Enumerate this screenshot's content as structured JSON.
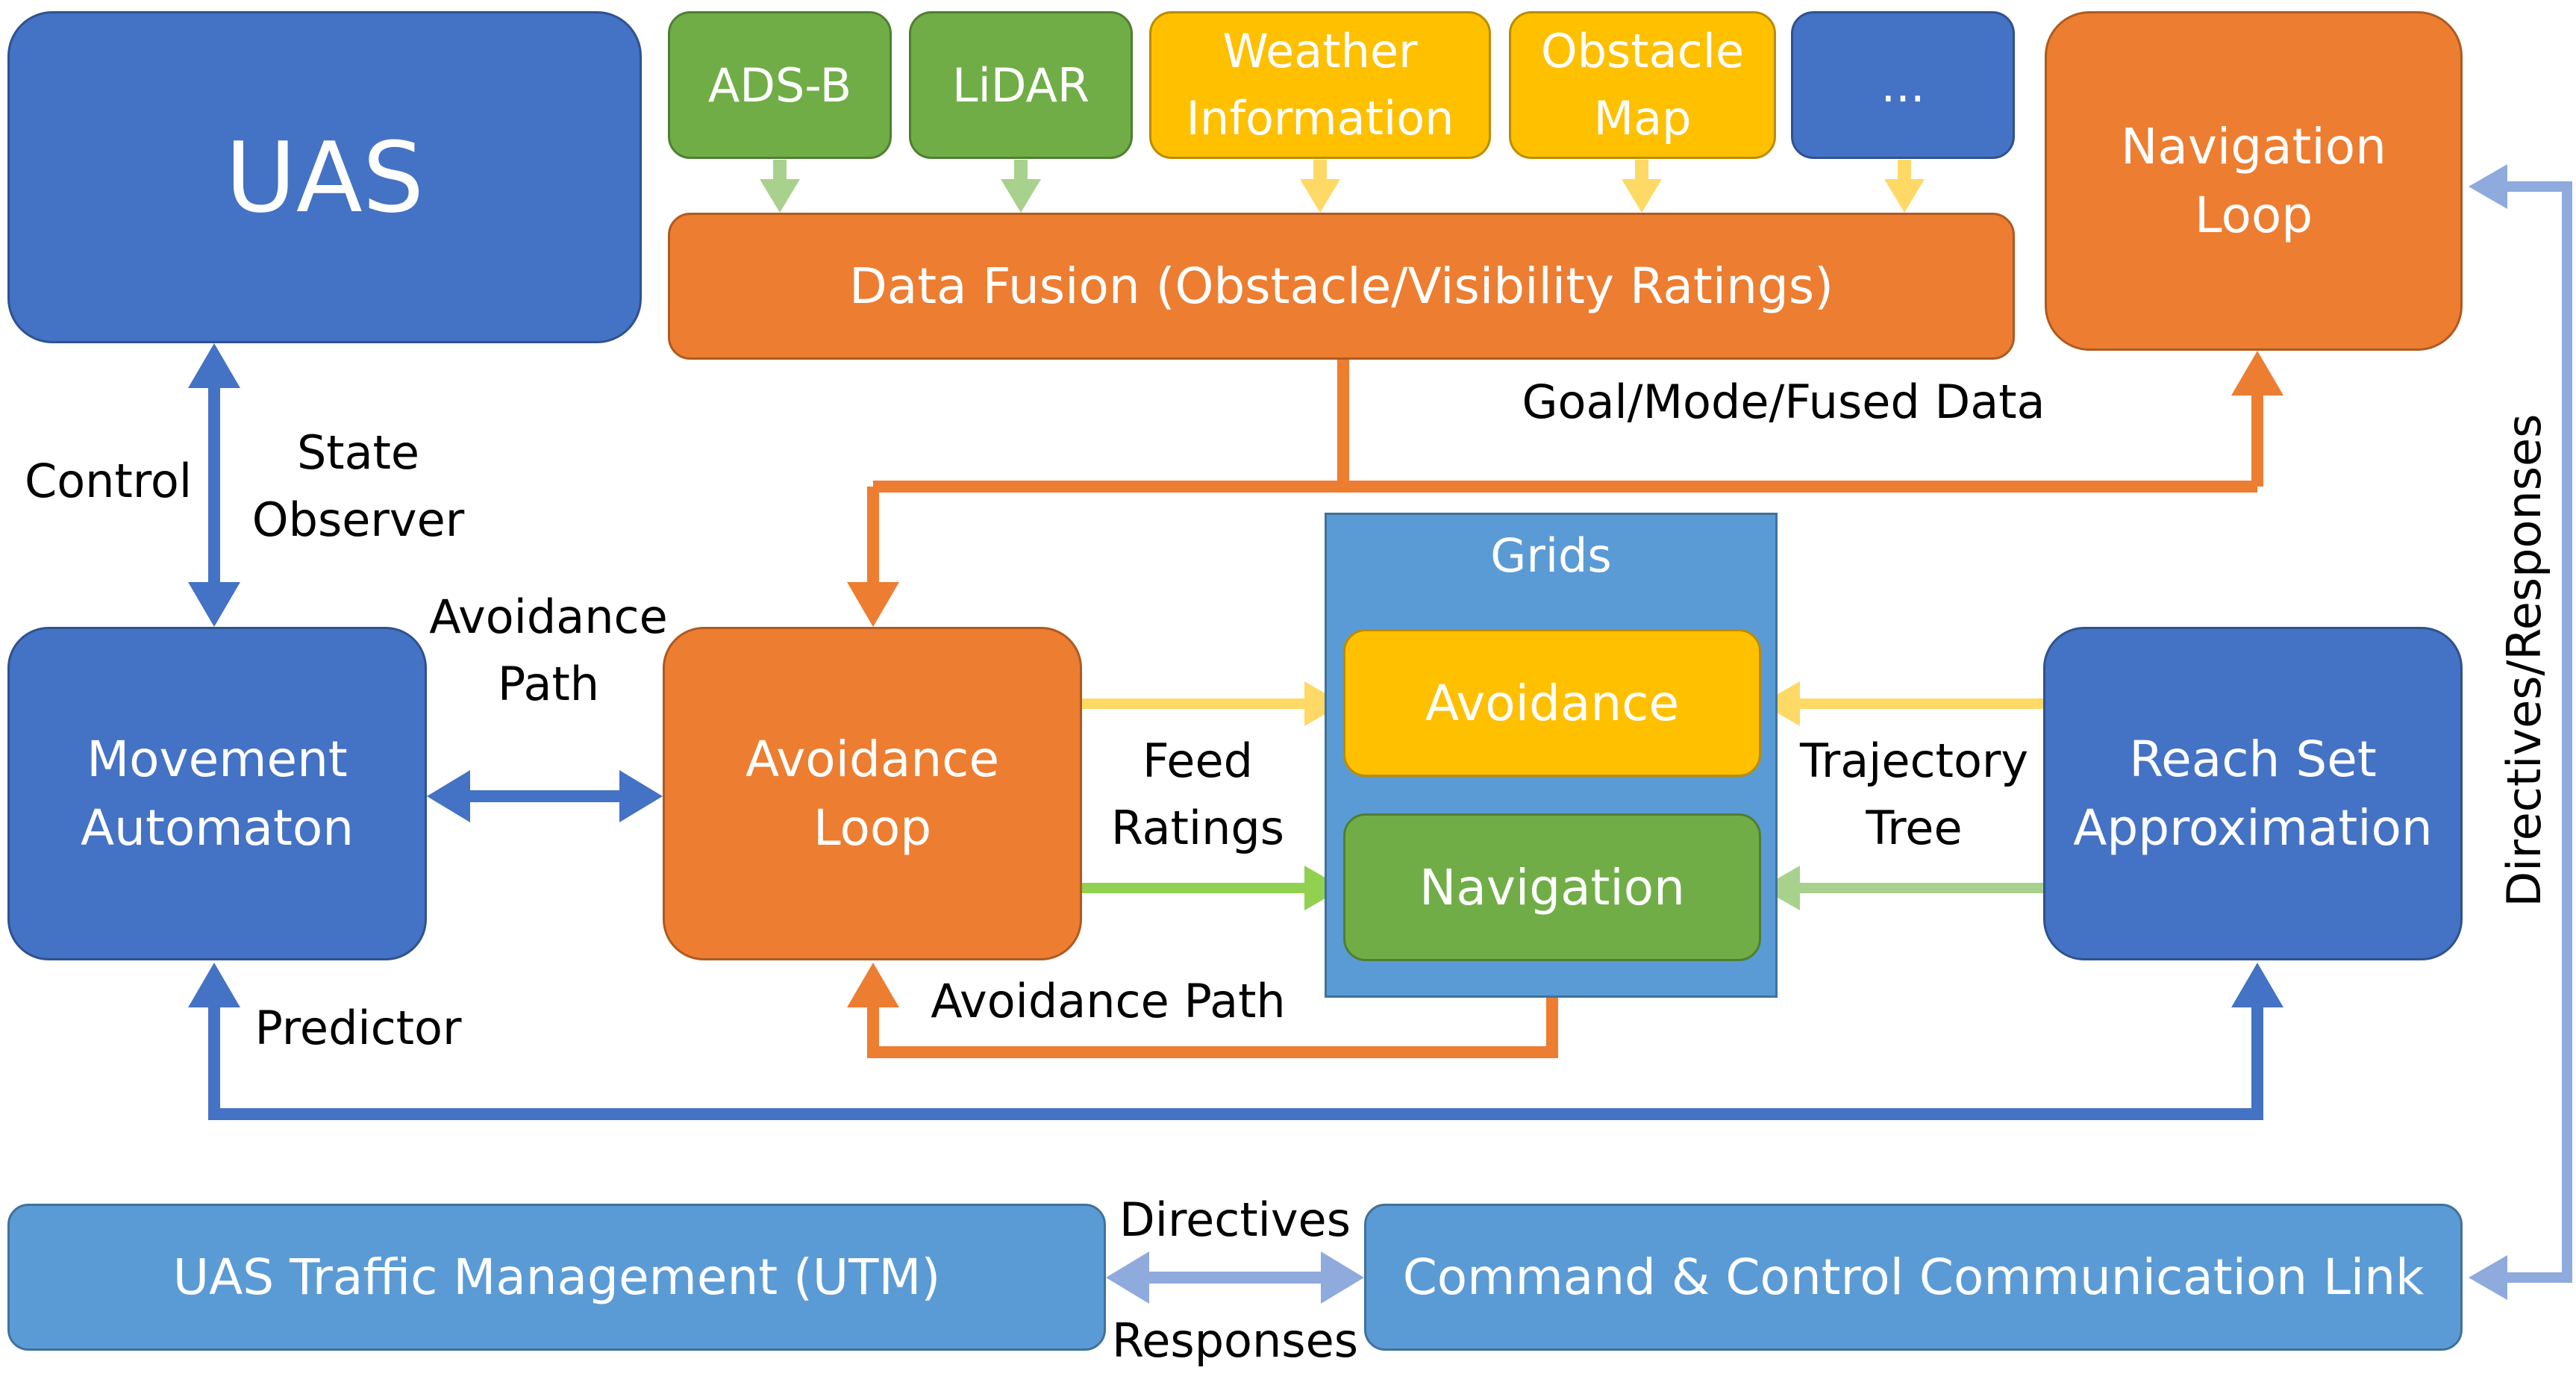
{
  "colors": {
    "dark_blue": "#4472C4",
    "light_blue": "#5B9BD5",
    "orange": "#ED7D31",
    "green": "#70AD47",
    "yellow": "#FFC000",
    "light_green_arrow": "#A9D18E",
    "light_yellow_arrow": "#FFD966",
    "periwinkle_arrow": "#8FAADC"
  },
  "nodes": {
    "uas": "UAS",
    "ads_b": "ADS-B",
    "lidar": "LiDAR",
    "weather": "Weather\nInformation",
    "obstacle_map": "Obstacle\nMap",
    "more": "...",
    "navigation_loop": "Navigation\nLoop",
    "data_fusion": "Data Fusion (Obstacle/Visibility Ratings)",
    "movement_automaton": "Movement\nAutomaton",
    "avoidance_loop": "Avoidance\nLoop",
    "grids_title": "Grids",
    "grid_avoidance": "Avoidance",
    "grid_navigation": "Navigation",
    "reach_set": "Reach Set\nApproximation",
    "utm": "UAS Traffic Management (UTM)",
    "c2_link": "Command & Control Communication Link"
  },
  "labels": {
    "goal_mode_fused": "Goal/Mode/Fused Data",
    "control": "Control",
    "state_observer": "State\nObserver",
    "avoidance_path_left": "Avoidance\nPath",
    "feed_ratings": "Feed\nRatings",
    "trajectory_tree": "Trajectory\nTree",
    "avoidance_path_bottom": "Avoidance Path",
    "predictor": "Predictor",
    "directives": "Directives",
    "responses": "Responses",
    "directives_responses": "Directives/Responses"
  }
}
